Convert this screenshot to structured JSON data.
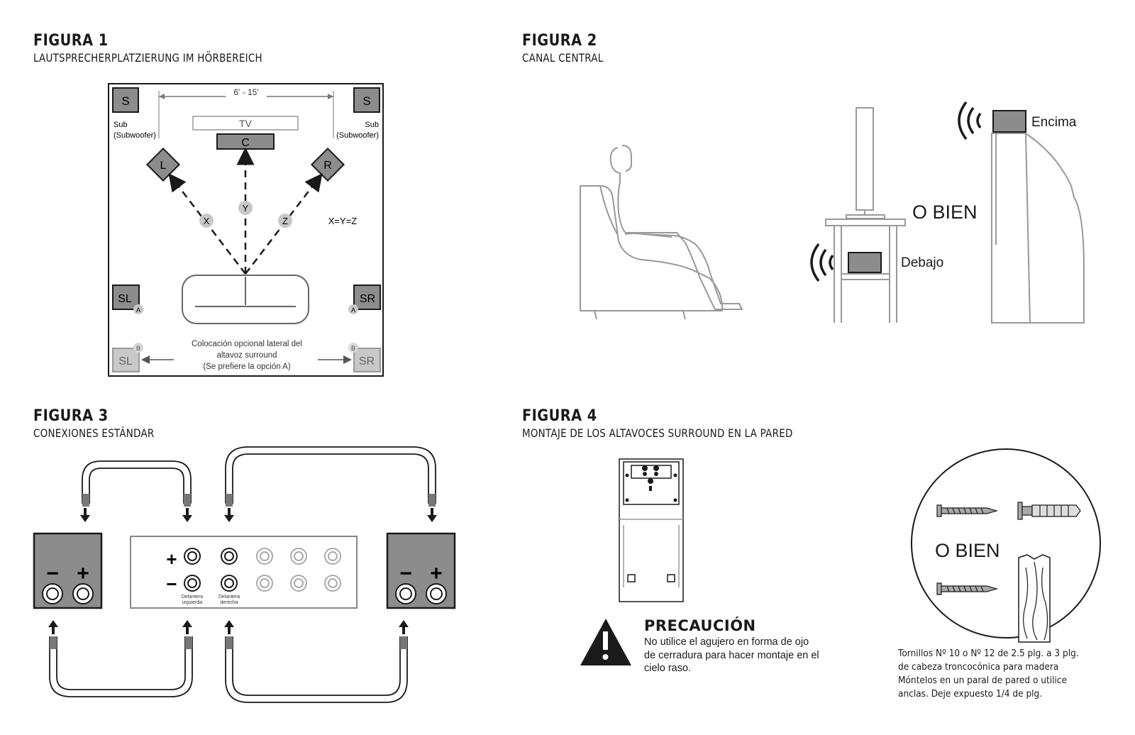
{
  "fig1": {
    "title": "FIGURA 1",
    "subtitle": "LAUTSPRECHERPLATZIERUNG IM HÖRBEREICH",
    "distance": "6' - 15'",
    "tv": "TV",
    "speakers": {
      "sub_left": "S",
      "sub_right": "S",
      "center": "C",
      "left": "L",
      "right": "R",
      "surround_left": "SL",
      "surround_right": "SR",
      "surround_left_opt": "SL",
      "surround_right_opt": "SR"
    },
    "sub_label": "Sub",
    "sub_label_full": "(Subwoofer)",
    "distances": {
      "x": "X",
      "y": "Y",
      "z": "Z"
    },
    "equation": "X=Y=Z",
    "option_a": "A",
    "option_b": "B",
    "optional_note": [
      "Colocación opcional lateral del",
      "altavoz surround",
      "(Se prefiere la opción A)"
    ]
  },
  "fig2": {
    "title": "FIGURA 2",
    "subtitle": "CANAL CENTRAL",
    "or": "O BIEN",
    "above": "Encima",
    "below": "Debajo"
  },
  "fig3": {
    "title": "FIGURA 3",
    "subtitle": "CONEXIONES ESTÁNDAR",
    "plus": "+",
    "minus": "−",
    "front_left": [
      "Delantera",
      "izquierda"
    ],
    "front_right": [
      "Delantera",
      "derecha"
    ]
  },
  "fig4": {
    "title": "FIGURA 4",
    "subtitle": "MONTAJE DE LOS ALTAVOCES SURROUND EN LA PARED",
    "caution_title": "PRECAUCIÓN",
    "caution_text": "No utilice el agujero en forma de ojo de cerradura para hacer montaje en el cielo raso.",
    "or": "O BIEN",
    "screw_note": "Tornillos Nº 10 o Nº 12 de 2.5 plg. a 3 plg. de cabeza troncocónica para madera Móntelos en un paral de pared o utilice anclas. Deje expuesto 1/4 de plg."
  },
  "colors": {
    "speaker_fill": "#8c8c8c",
    "badge_fill": "#c8c8c8",
    "line": "#1a1a1a",
    "light_line": "#9a9a9a"
  }
}
